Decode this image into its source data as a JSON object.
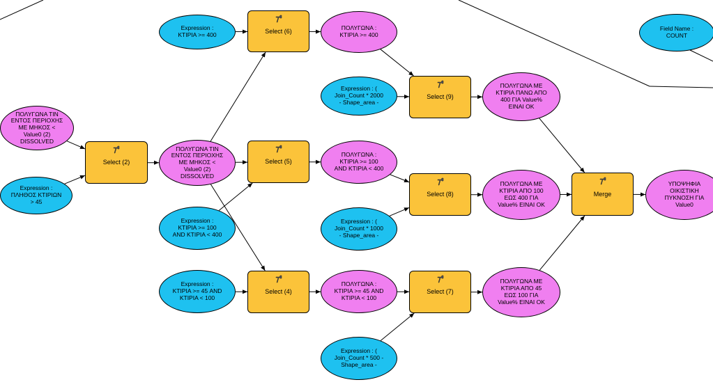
{
  "diagram": {
    "nodes": [
      {
        "id": "poly_src",
        "kind": "data",
        "text": "ΠΟΛΥΓΩΝΑ ΤΙΝ\nΕΝΤΟΣ ΠΕΡΙΟΧΗΣ\nΜΕ ΜΗΚΟΣ <\nValue0 (2)\nDISSOLVED"
      },
      {
        "id": "expr_plithos",
        "kind": "variable",
        "text": "Expression :\nΠΛΗΘΟΣ ΚΤΙΡΙΩΝ\n> 45"
      },
      {
        "id": "select2",
        "kind": "tool",
        "text": "Select (2)"
      },
      {
        "id": "poly_dissolved",
        "kind": "data",
        "text": "ΠΟΛΥΓΩΝΑ ΤΙΝ\nΕΝΤΟΣ ΠΕΡΙΟΧΗΣ\nΜΕ ΜΗΚΟΣ <\nValue0 (2)\nDISSOLVED"
      },
      {
        "id": "expr_400",
        "kind": "variable",
        "text": "Expression :\nΚΤΙΡΙΑ >= 400"
      },
      {
        "id": "select6",
        "kind": "tool",
        "text": "Select (6)"
      },
      {
        "id": "poly_400",
        "kind": "data",
        "text": "ΠΟΛΥΓΩΝΑ :\nΚΤΙΡΙΑ >= 400"
      },
      {
        "id": "expr_100_400",
        "kind": "variable",
        "text": "Expression :\nΚΤΙΡΙΑ >= 100\nAND ΚΤΙΡΙΑ < 400"
      },
      {
        "id": "select5",
        "kind": "tool",
        "text": "Select (5)"
      },
      {
        "id": "poly_100_400",
        "kind": "data",
        "text": "ΠΟΛΥΓΩΝΑ :\nΚΤΙΡΙΑ >= 100\nAND ΚΤΙΡΙΑ < 400"
      },
      {
        "id": "expr_45_100",
        "kind": "variable",
        "text": "Expression :\nΚΤΙΡΙΑ >= 45 AND\nΚΤΙΡΙΑ < 100"
      },
      {
        "id": "select4",
        "kind": "tool",
        "text": "Select (4)"
      },
      {
        "id": "poly_45_100",
        "kind": "data",
        "text": "ΠΟΛΥΓΩΝΑ :\nΚΤΙΡΙΑ >= 45 AND\nΚΤΙΡΙΑ < 100"
      },
      {
        "id": "expr_2000",
        "kind": "variable",
        "text": "Expression : (\nJoin_Count * 2000\n- Shape_area -"
      },
      {
        "id": "select9",
        "kind": "tool",
        "text": "Select (9)"
      },
      {
        "id": "out_400",
        "kind": "data",
        "text": "ΠΟΛΥΓΩΝΑ ΜΕ\nΚΤΙΡΙΑ ΠΑΝΩ ΑΠΟ\n400 ΓΙΑ Value%\nΕΙΝΑΙ ΟΚ"
      },
      {
        "id": "expr_1000",
        "kind": "variable",
        "text": "Expression : (\nJoin_Count * 1000\n- Shape_area -"
      },
      {
        "id": "select8",
        "kind": "tool",
        "text": "Select (8)"
      },
      {
        "id": "out_100_400",
        "kind": "data",
        "text": "ΠΟΛΥΓΩΝΑ ΜΕ\nΚΤΙΡΙΑ ΑΠΟ 100\nΕΩΣ 400 ΓΙΑ\nValue% ΕΙΝΑΙ ΟΚ"
      },
      {
        "id": "expr_500",
        "kind": "variable",
        "text": "Expression : (\nJoin_Count * 500 -\nShape_area -"
      },
      {
        "id": "select7",
        "kind": "tool",
        "text": "Select (7)"
      },
      {
        "id": "out_45_100",
        "kind": "data",
        "text": "ΠΟΛΥΓΩΝΑ ΜΕ\nΚΤΙΡΙΑ ΑΠΟ 45\nΕΩΣ 100 ΓΙΑ\nValue% ΕΙΝΑΙ ΟΚ"
      },
      {
        "id": "merge",
        "kind": "tool",
        "text": "Merge"
      },
      {
        "id": "candidate",
        "kind": "data",
        "text": "ΥΠΟΨΗΦΙΑ\nΟΙΚΙΣΤΙΚΗ\nΠΥΚΝΟΣΗ ΓΙΑ\nValue0"
      },
      {
        "id": "field_name",
        "kind": "variable",
        "text": "Field Name :\nCOUNT"
      }
    ],
    "edges": [
      [
        "poly_src",
        "select2"
      ],
      [
        "expr_plithos",
        "select2"
      ],
      [
        "select2",
        "poly_dissolved"
      ],
      [
        "poly_dissolved",
        "select6"
      ],
      [
        "poly_dissolved",
        "select5"
      ],
      [
        "poly_dissolved",
        "select4"
      ],
      [
        "expr_400",
        "select6"
      ],
      [
        "select6",
        "poly_400"
      ],
      [
        "expr_100_400",
        "select5"
      ],
      [
        "select5",
        "poly_100_400"
      ],
      [
        "expr_45_100",
        "select4"
      ],
      [
        "select4",
        "poly_45_100"
      ],
      [
        "poly_400",
        "select9"
      ],
      [
        "expr_2000",
        "select9"
      ],
      [
        "select9",
        "out_400"
      ],
      [
        "poly_100_400",
        "select8"
      ],
      [
        "expr_1000",
        "select8"
      ],
      [
        "select8",
        "out_100_400"
      ],
      [
        "poly_45_100",
        "select7"
      ],
      [
        "expr_500",
        "select7"
      ],
      [
        "select7",
        "out_45_100"
      ],
      [
        "out_400",
        "merge"
      ],
      [
        "out_100_400",
        "merge"
      ],
      [
        "out_45_100",
        "merge"
      ],
      [
        "merge",
        "candidate"
      ]
    ]
  },
  "colors": {
    "variable": "#1ec1f0",
    "data": "#f07ff0",
    "tool": "#fbc33a",
    "link": "#000000"
  },
  "icons": {
    "tool": "hammer-icon"
  }
}
